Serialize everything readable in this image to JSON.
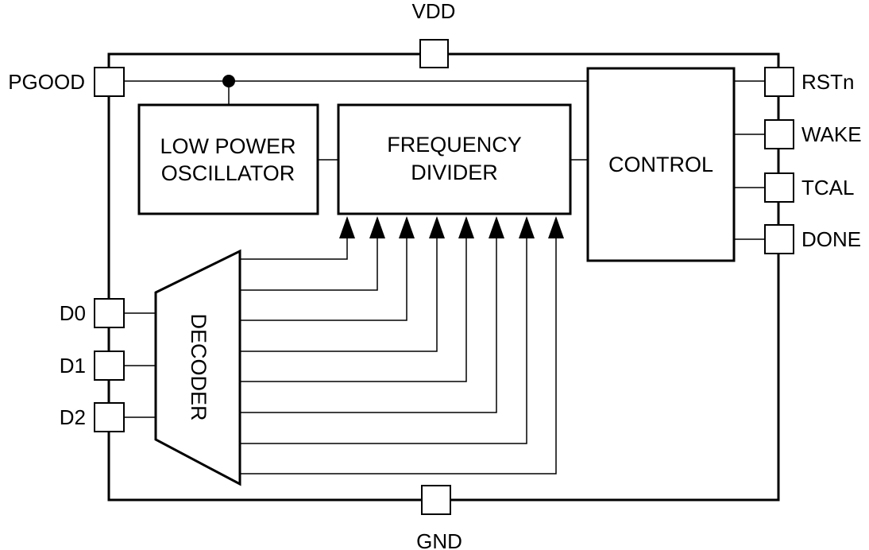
{
  "pins": {
    "vdd": "VDD",
    "gnd": "GND",
    "pgood": "PGOOD",
    "rstn": "RSTn",
    "wake": "WAKE",
    "tcal": "TCAL",
    "done": "DONE",
    "d0": "D0",
    "d1": "D1",
    "d2": "D2"
  },
  "blocks": {
    "oscillator_line1": "LOW POWER",
    "oscillator_line2": "OSCILLATOR",
    "divider_line1": "FREQUENCY",
    "divider_line2": "DIVIDER",
    "control": "CONTROL",
    "decoder": "DECODER"
  },
  "decoder_output_count": 8,
  "colors": {
    "stroke": "#000000",
    "background": "#ffffff"
  }
}
